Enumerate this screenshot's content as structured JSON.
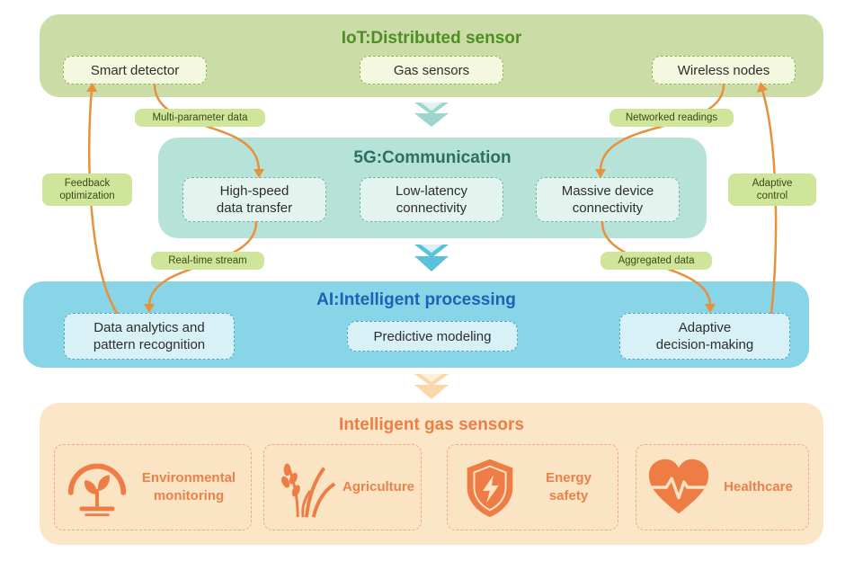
{
  "layers": {
    "iot": {
      "title": "IoT:Distributed sensor",
      "boxes": [
        "Smart detector",
        "Gas sensors",
        "Wireless nodes"
      ]
    },
    "comm": {
      "title": "5G:Communication",
      "boxes": [
        "High-speed\ndata transfer",
        "Low-latency\nconnectivity",
        "Massive device\nconnectivity"
      ]
    },
    "ai": {
      "title": "AI:Intelligent processing",
      "boxes": [
        "Data analytics and\npattern recognition",
        "Predictive modeling",
        "Adaptive\ndecision-making"
      ]
    },
    "sensors": {
      "title": "Intelligent gas sensors"
    }
  },
  "flow_labels": {
    "multi_parameter": "Multi-parameter data",
    "networked": "Networked readings",
    "realtime": "Real-time stream",
    "aggregated": "Aggregated data",
    "feedback": "Feedback\noptimization",
    "adaptive_control": "Adaptive\ncontrol"
  },
  "applications": [
    {
      "label": "Environmental\nmonitoring",
      "icon": "plant-gauge-icon"
    },
    {
      "label": "Agriculture",
      "icon": "wheat-icon"
    },
    {
      "label": "Energy safety",
      "icon": "shield-bolt-icon"
    },
    {
      "label": "Healthcare",
      "icon": "heart-pulse-icon"
    }
  ],
  "colors": {
    "iot_bg": "#cbdca6",
    "iot_text": "#4e8f25",
    "comm_bg": "#b7e2d8",
    "comm_text": "#2c6f63",
    "ai_bg": "#87d5e6",
    "ai_text": "#1b63b8",
    "sensors_bg": "#fbe6c8",
    "sensors_text": "#ee7d45",
    "arrow": "#e8913c",
    "tag": "#cfe59a",
    "icon": "#ee7d45"
  }
}
